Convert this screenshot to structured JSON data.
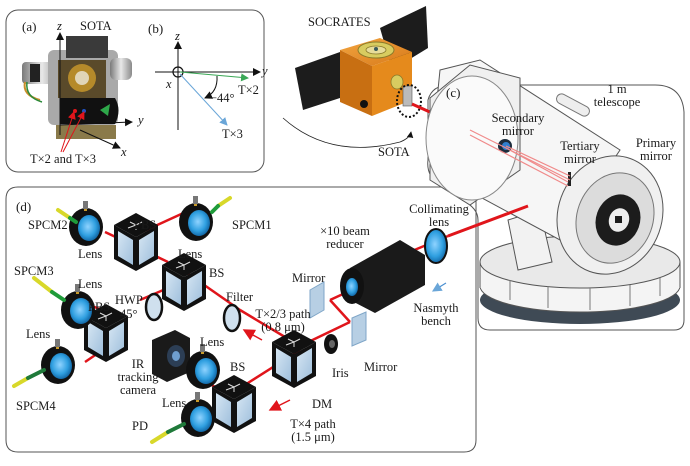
{
  "figure": {
    "panels": {
      "a": {
        "tag": "(a)",
        "title": "SOTA",
        "axes": {
          "z": "z",
          "y": "y",
          "x": "x"
        },
        "callout": "T×2  and T×3"
      },
      "b": {
        "tag": "(b)",
        "axes": {
          "z": "z",
          "y": "y",
          "x": "x"
        },
        "angle_label": "−44°",
        "beam_labels": [
          "T×2",
          "T×3"
        ]
      },
      "satellite": {
        "name": "SOCRATES",
        "terminal_label": "SOTA"
      },
      "c": {
        "tag": "(c)",
        "telescope_label": [
          "1 m",
          "telescope"
        ],
        "secondary_mirror": [
          "Secondary",
          "mirror"
        ],
        "tertiary_mirror": [
          "Tertiary",
          "mirror"
        ],
        "primary_mirror": [
          "Primary",
          "mirror"
        ]
      },
      "d": {
        "tag": "(d)",
        "detectors": [
          "SPCM1",
          "SPCM2",
          "SPCM3",
          "SPCM4",
          "PD"
        ],
        "components": {
          "pbs": "PBS",
          "bs": "BS",
          "hwp": "HWP",
          "hwp_angle": "45°",
          "filter": "Filter",
          "lens": "Lens",
          "ir_camera": [
            "IR",
            "tracking",
            "camera"
          ],
          "dm": "DM",
          "iris": "Iris",
          "mirror": "Mirror",
          "beam_reducer": [
            "×10 beam",
            "reducer"
          ],
          "collimating_lens": [
            "Collimating",
            "lens"
          ],
          "nasmyth": [
            "Nasmyth",
            "bench"
          ]
        },
        "paths": {
          "tx23": [
            "T×2/3 path",
            "(0.8 μm)"
          ],
          "tx4": [
            "T×4 path",
            "(1.5 μm)"
          ]
        }
      }
    },
    "colors": {
      "laser": "#e0151b",
      "laser_faint": "#f08a8a",
      "cube_glass": "#b7cfe4",
      "lens_blue": "#2f9fe0",
      "fiber_yellow": "#d8d82a",
      "fiber_green": "#1f9b3a",
      "satellite_orange": "#e58a1c",
      "solar_panel": "#1c1c1c",
      "beam_green": "#3aa856",
      "beam_blue": "#6aa6d8",
      "frame": "#555555"
    }
  }
}
